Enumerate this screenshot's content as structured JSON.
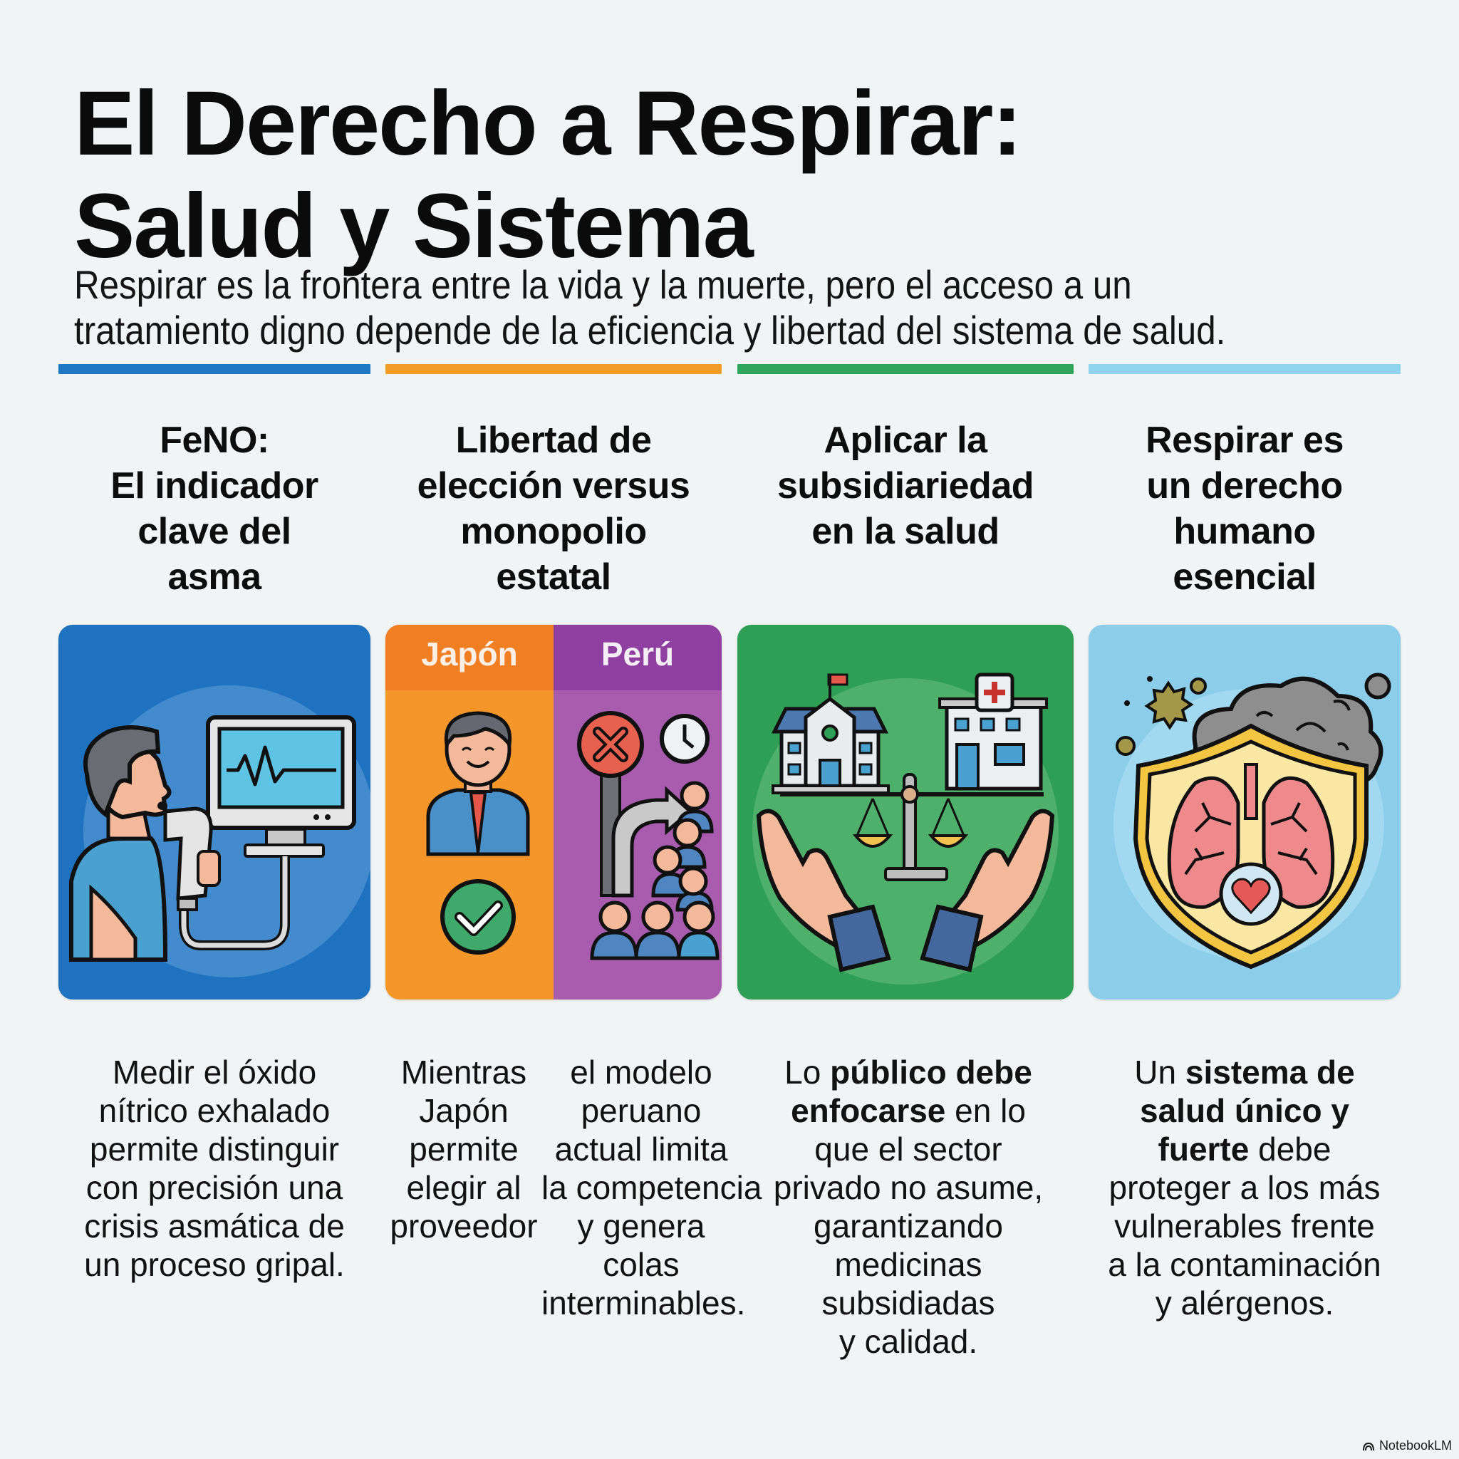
{
  "header": {
    "title_lines": [
      "El Derecho a Respirar:",
      "Salud y Sistema"
    ],
    "subtitle_lines": [
      "Respirar es la frontera entre la vida y la muerte, pero el acceso a un",
      "tratamiento digno depende de la eficiencia y libertad del sistema de salud."
    ]
  },
  "accent_colors": {
    "blue": "#1f78c4",
    "orange": "#f39c28",
    "green": "#2ea55a",
    "light_blue": "#8fd3ee"
  },
  "columns": [
    {
      "title_lines": [
        "FeNO:",
        "El indicador",
        "clave del",
        "asma"
      ],
      "icon": "feno-breath-test-monitor-illustration",
      "card_color": "#1f72c0",
      "description_lines": [
        [
          {
            "t": "Medir el óxido",
            "b": false
          }
        ],
        [
          {
            "t": "nítrico exhalado",
            "b": false
          }
        ],
        [
          {
            "t": "permite distinguir",
            "b": false
          }
        ],
        [
          {
            "t": "con precisión una",
            "b": false
          }
        ],
        [
          {
            "t": "crisis asmática de",
            "b": false
          }
        ],
        [
          {
            "t": "un proceso gripal.",
            "b": false
          }
        ]
      ]
    },
    {
      "title_lines": [
        "Libertad de",
        "elección versus",
        "monopolio",
        "estatal"
      ],
      "icon": "japan-vs-peru-comparison-illustration",
      "card_color": "#f39a26",
      "panel_labels": {
        "left": "Japón",
        "right": "Perú"
      },
      "panel_colors": {
        "left_header": "#f07f24",
        "left_body": "#f4962a",
        "right_header": "#8f3fa0",
        "right_body": "#a85cad"
      },
      "description_left_lines": [
        "Mientras",
        "Japón",
        "permite",
        "elegir al",
        "proveedor"
      ],
      "description_right_lines": [
        "el modelo",
        "peruano",
        "actual limita",
        "la competencia",
        "y genera",
        "colas",
        "interminables."
      ]
    },
    {
      "title_lines": [
        "Aplicar la",
        "subsidiariedad",
        "en la salud"
      ],
      "icon": "balance-government-hospital-hands-illustration",
      "card_color": "#2f9f55",
      "description_lines": [
        [
          {
            "t": "Lo ",
            "b": false
          },
          {
            "t": "público debe",
            "b": true
          }
        ],
        [
          {
            "t": "enfocarse",
            "b": true
          },
          {
            "t": " en lo",
            "b": false
          }
        ],
        [
          {
            "t": "que el sector",
            "b": false
          }
        ],
        [
          {
            "t": "privado no asume,",
            "b": false
          }
        ],
        [
          {
            "t": "garantizando",
            "b": false
          }
        ],
        [
          {
            "t": "medicinas",
            "b": false
          }
        ],
        [
          {
            "t": "subsidiadas",
            "b": false
          }
        ],
        [
          {
            "t": "y calidad.",
            "b": false
          }
        ]
      ]
    },
    {
      "title_lines": [
        "Respirar es",
        "un derecho",
        "humano",
        "esencial"
      ],
      "icon": "shield-lungs-heart-pollution-illustration",
      "card_color": "#8ccde9",
      "description_lines": [
        [
          {
            "t": "Un ",
            "b": false
          },
          {
            "t": "sistema de",
            "b": true
          }
        ],
        [
          {
            "t": "salud único y",
            "b": true
          }
        ],
        [
          {
            "t": "fuerte",
            "b": true
          },
          {
            "t": " debe",
            "b": false
          }
        ],
        [
          {
            "t": "proteger a los más",
            "b": false
          }
        ],
        [
          {
            "t": "vulnerables frente",
            "b": false
          }
        ],
        [
          {
            "t": "a la contaminación",
            "b": false
          }
        ],
        [
          {
            "t": "y alérgenos.",
            "b": false
          }
        ]
      ]
    }
  ],
  "branding": {
    "label": "NotebookLM",
    "icon": "notebooklm-logo-icon"
  }
}
